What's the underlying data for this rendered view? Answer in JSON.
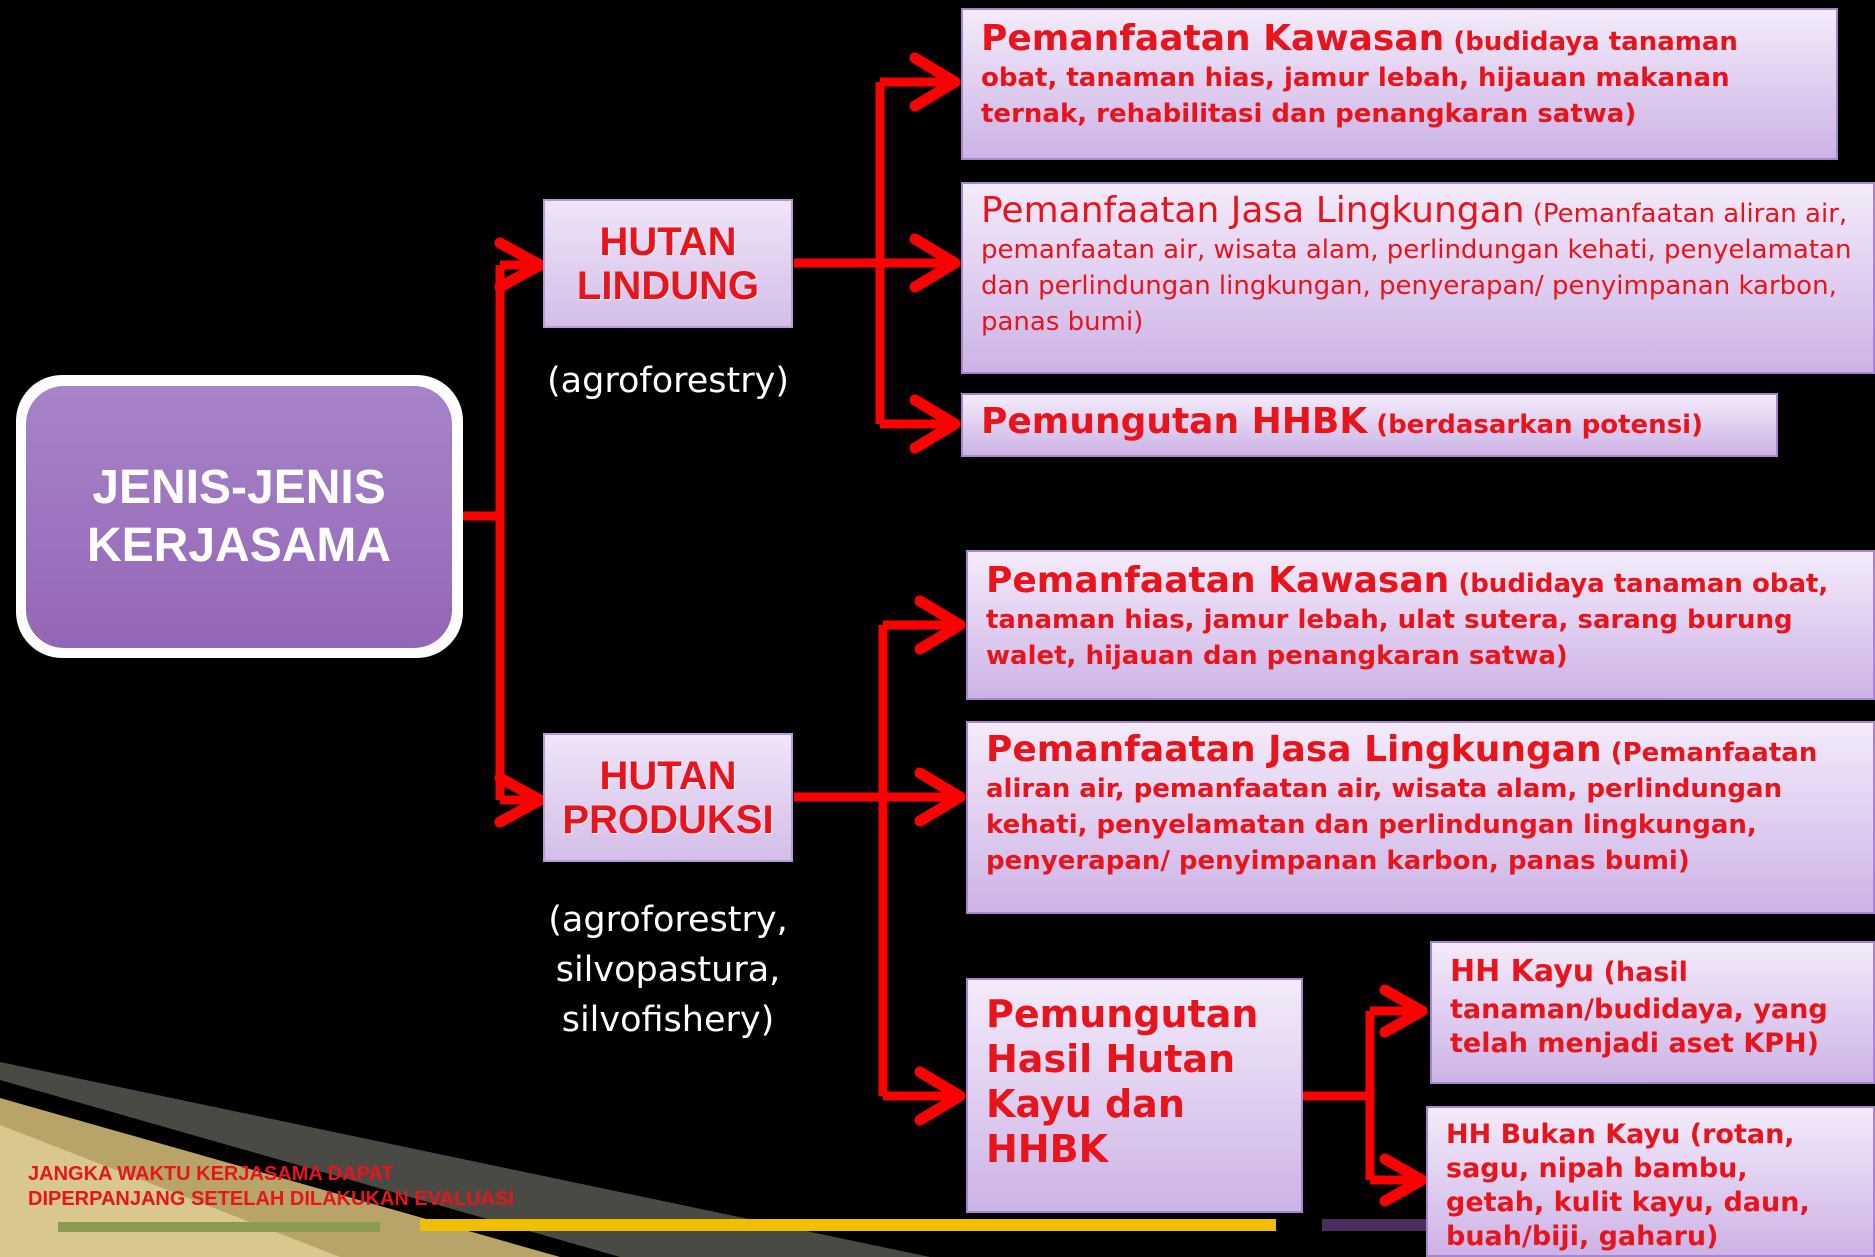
{
  "root": {
    "label": "JENIS-JENIS\nKERJASAMA"
  },
  "categories": [
    {
      "label": "HUTAN\nLINDUNG",
      "note": "(agroforestry)"
    },
    {
      "label": "HUTAN\nPRODUKSI",
      "note": "(agroforestry,\nsilvopastura,\nsilvofishery)"
    }
  ],
  "lindung_boxes": [
    {
      "title": "Pemanfaatan Kawasan",
      "detail": "(budidaya tanaman obat, tanaman hias, jamur lebah, hijauan makanan ternak, rehabilitasi dan penangkaran satwa)"
    },
    {
      "title": "Pemanfaatan Jasa Lingkungan",
      "detail": "(Pemanfaatan aliran air, pemanfaatan air, wisata alam, perlindungan kehati, penyelamatan dan perlindungan lingkungan, penyerapan/ penyimpanan karbon, panas bumi)"
    },
    {
      "title": "Pemungutan HHBK",
      "detail": "(berdasarkan potensi)"
    }
  ],
  "produksi_boxes": [
    {
      "title": "Pemanfaatan Kawasan",
      "detail": "(budidaya tanaman obat, tanaman hias, jamur lebah, ulat sutera, sarang burung walet, hijauan dan penangkaran satwa)"
    },
    {
      "title": "Pemanfaatan Jasa Lingkungan",
      "detail": "(Pemanfaatan aliran air, pemanfaatan air, wisata alam, perlindungan kehati, penyelamatan dan perlindungan lingkungan, penyerapan/ penyimpanan karbon, panas bumi)"
    },
    {
      "title": "Pemungutan\nHasil Hutan\nKayu dan HHBK"
    }
  ],
  "hasil_hutan": [
    {
      "title": "HH Kayu",
      "detail": "(hasil tanaman/budidaya, yang telah menjadi aset KPH)"
    },
    {
      "title": "HH Bukan Kayu",
      "detail": "(rotan, sagu, nipah bambu, getah, kulit kayu, daun, buah/biji, gaharu)"
    }
  ],
  "footer": {
    "text": "JANGKA WAKTU KERJASAMA DAPAT\nDIPERPANJANG SETELAH DILAKUKAN EVALUASI"
  },
  "colors": {
    "connector": "#ff0000",
    "text_red": "#e8141c",
    "root_fill": "#9c74c0",
    "box_fill": "#dcc6ef"
  }
}
